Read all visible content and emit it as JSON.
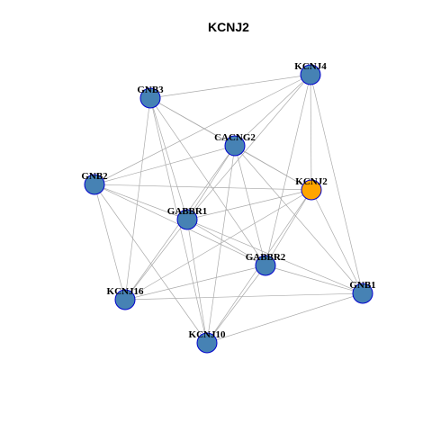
{
  "title": "KCNJ2",
  "colors": {
    "default_node": "#4682b4",
    "highlight_node": "#ffa500",
    "node_border": "#0000cd",
    "edge": "#aaaaaa"
  },
  "nodes": [
    {
      "id": "KCNJ4",
      "label": "KCNJ4",
      "highlight": false
    },
    {
      "id": "GNB3",
      "label": "GNB3",
      "highlight": false
    },
    {
      "id": "CACNG2",
      "label": "CACNG2",
      "highlight": false
    },
    {
      "id": "GNB2",
      "label": "GNB2",
      "highlight": false
    },
    {
      "id": "KCNJ2",
      "label": "KCNJ2",
      "highlight": true
    },
    {
      "id": "GABBR1",
      "label": "GABBR1",
      "highlight": false
    },
    {
      "id": "GABBR2",
      "label": "GABBR2",
      "highlight": false
    },
    {
      "id": "GNB1",
      "label": "GNB1",
      "highlight": false
    },
    {
      "id": "KCNJ16",
      "label": "KCNJ16",
      "highlight": false
    },
    {
      "id": "KCNJ10",
      "label": "KCNJ10",
      "highlight": false
    }
  ],
  "edges": [
    [
      "KCNJ4",
      "GNB3"
    ],
    [
      "KCNJ4",
      "CACNG2"
    ],
    [
      "KCNJ4",
      "GNB2"
    ],
    [
      "KCNJ4",
      "KCNJ2"
    ],
    [
      "KCNJ4",
      "GABBR1"
    ],
    [
      "KCNJ4",
      "GABBR2"
    ],
    [
      "KCNJ4",
      "GNB1"
    ],
    [
      "GNB3",
      "CACNG2"
    ],
    [
      "GNB3",
      "KCNJ2"
    ],
    [
      "GNB3",
      "GABBR1"
    ],
    [
      "GNB3",
      "GABBR2"
    ],
    [
      "GNB3",
      "KCNJ16"
    ],
    [
      "GNB3",
      "KCNJ10"
    ],
    [
      "CACNG2",
      "GNB2"
    ],
    [
      "CACNG2",
      "GABBR1"
    ],
    [
      "CACNG2",
      "GABBR2"
    ],
    [
      "CACNG2",
      "GNB1"
    ],
    [
      "CACNG2",
      "KCNJ16"
    ],
    [
      "CACNG2",
      "KCNJ10"
    ],
    [
      "CACNG2",
      "KCNJ2"
    ],
    [
      "GNB2",
      "KCNJ2"
    ],
    [
      "GNB2",
      "GABBR1"
    ],
    [
      "GNB2",
      "GABBR2"
    ],
    [
      "GNB2",
      "KCNJ16"
    ],
    [
      "GNB2",
      "KCNJ10"
    ],
    [
      "KCNJ2",
      "GABBR1"
    ],
    [
      "KCNJ2",
      "GABBR2"
    ],
    [
      "KCNJ2",
      "GNB1"
    ],
    [
      "KCNJ2",
      "KCNJ16"
    ],
    [
      "KCNJ2",
      "KCNJ10"
    ],
    [
      "GABBR1",
      "GABBR2"
    ],
    [
      "GABBR1",
      "GNB1"
    ],
    [
      "GABBR1",
      "KCNJ16"
    ],
    [
      "GABBR1",
      "KCNJ10"
    ],
    [
      "GABBR2",
      "GNB1"
    ],
    [
      "GABBR2",
      "KCNJ16"
    ],
    [
      "GABBR2",
      "KCNJ10"
    ],
    [
      "GNB1",
      "KCNJ16"
    ],
    [
      "GNB1",
      "KCNJ10"
    ]
  ]
}
